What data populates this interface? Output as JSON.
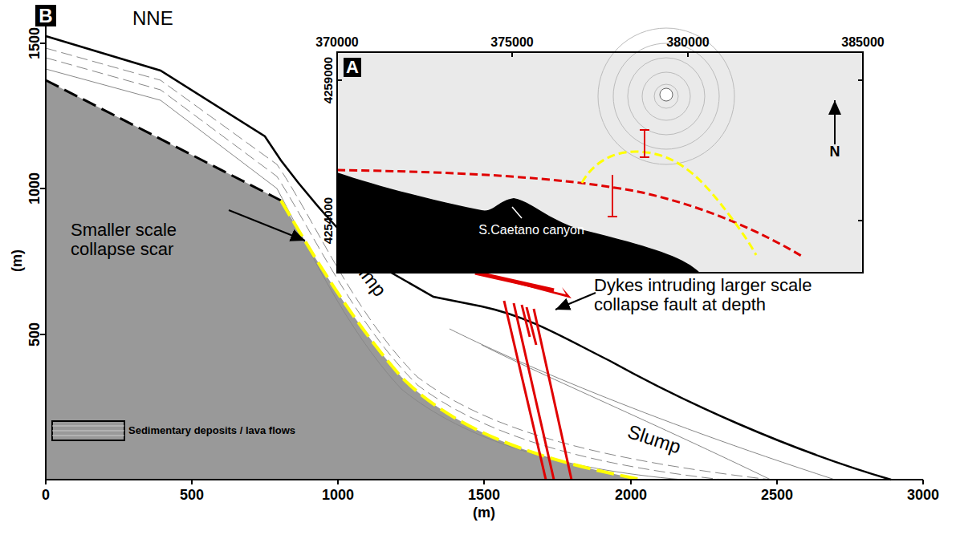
{
  "diagram": {
    "labels": [
      "B",
      "NNE",
      "1500",
      "1000",
      "500",
      "(m)",
      "0",
      "500",
      "1000",
      "1500",
      "2000",
      "2500",
      "3000",
      "(m)",
      "Smaller scale collapse scar",
      "Slump",
      "Slump",
      "Dykes intruding larger scale collapse fault at depth",
      "370000",
      "375000",
      "380000",
      "385000",
      "4259000",
      "4254000",
      "A",
      "N",
      "S.Caetano canyon"
    ],
    "legend": [
      {
        "text": "Sedimentary deposits / lava flows"
      }
    ]
  }
}
